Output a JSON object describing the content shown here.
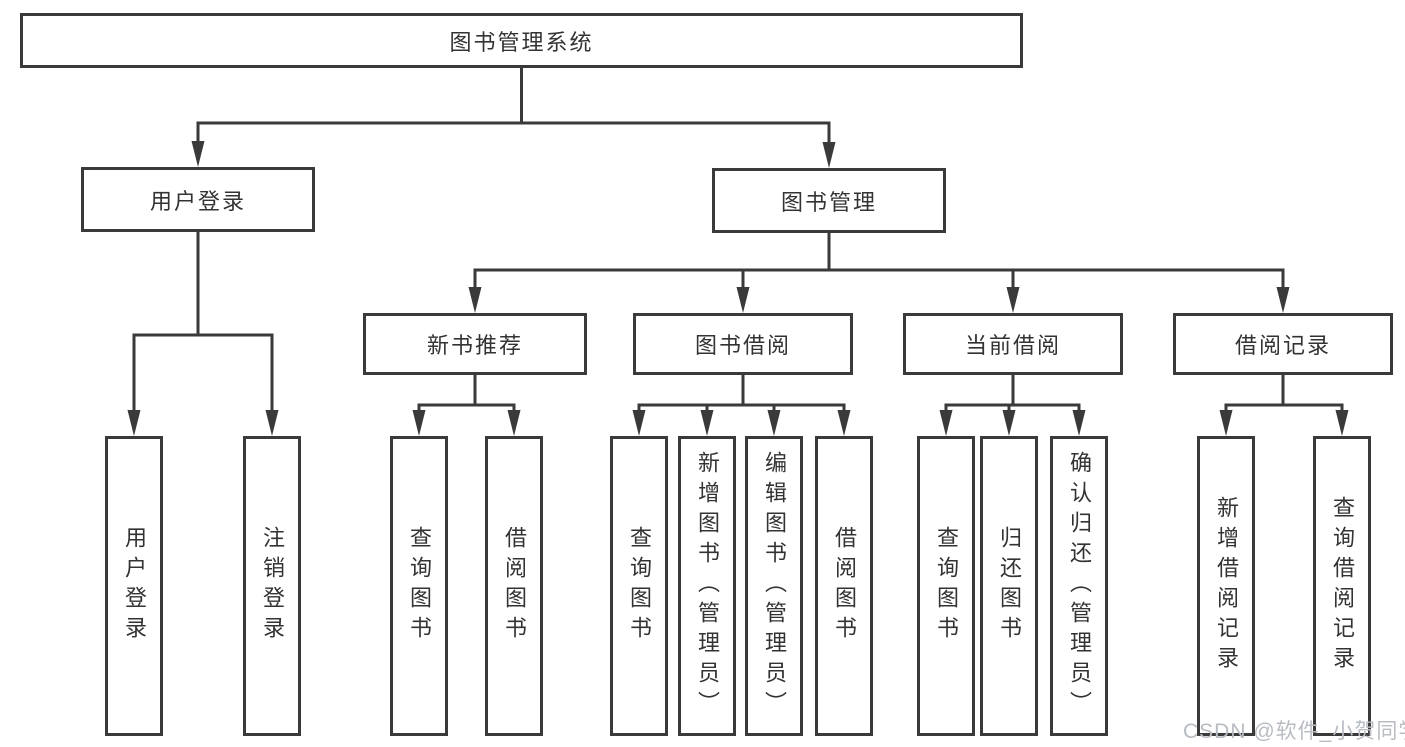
{
  "colors": {
    "line": "#3a3a3a",
    "text": "#333333",
    "watermark": "#b8bcc3",
    "background": "#ffffff"
  },
  "watermark": "CSDN @软件_小贺同学",
  "tree": {
    "root": "图书管理系统",
    "user_login": "用户登录",
    "book_mgmt": "图书管理",
    "new_book_rec": "新书推荐",
    "book_borrow": "图书借阅",
    "current_borrow": "当前借阅",
    "borrow_records": "借阅记录",
    "leaf_user_login": "用户登录",
    "leaf_logout": "注销登录",
    "leaf_query_books_1": "查询图书",
    "leaf_borrow_books_1": "借阅图书",
    "leaf_query_books_2": "查询图书",
    "leaf_add_book": "新增图书（管理员）",
    "leaf_edit_book": "编辑图书（管理员）",
    "leaf_borrow_books_2": "借阅图书",
    "leaf_query_books_3": "查询图书",
    "leaf_return_book": "归还图书",
    "leaf_confirm_return": "确认归还（管理员）",
    "leaf_add_borrow_record": "新增借阅记录",
    "leaf_query_borrow_record": "查询借阅记录"
  }
}
